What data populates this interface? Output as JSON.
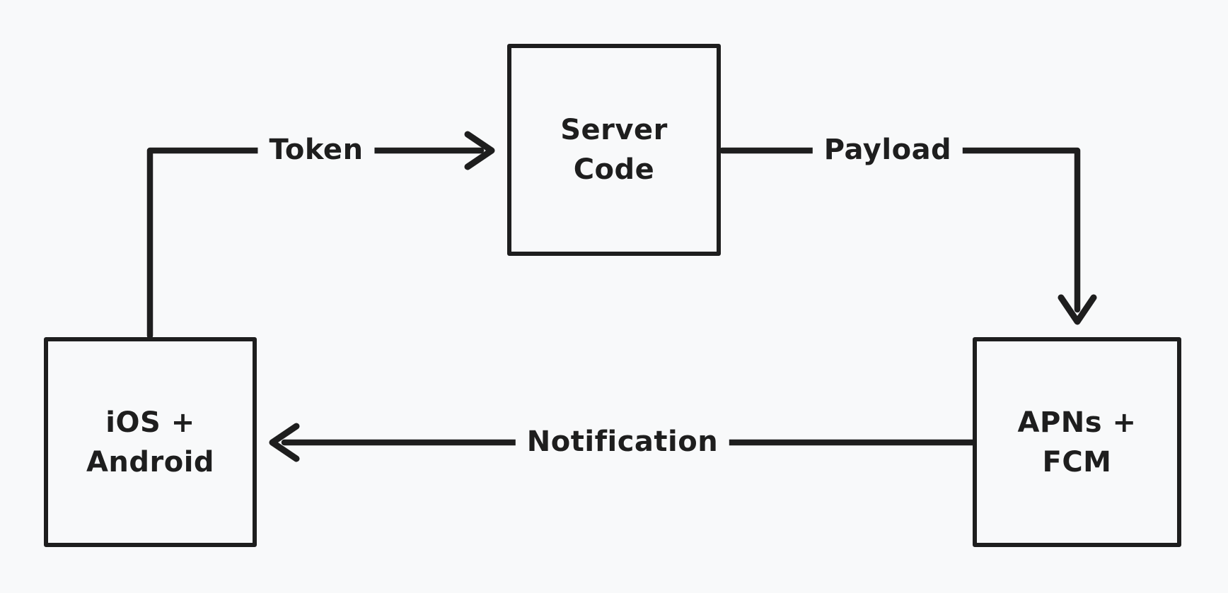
{
  "canvas": {
    "background_color": "#f8f9fa",
    "stroke_color": "#1e1e1e",
    "style": "hand-drawn flowchart"
  },
  "nodes": [
    {
      "id": "server-code",
      "label": "Server\nCode"
    },
    {
      "id": "ios-android",
      "label": "iOS +\nAndroid"
    },
    {
      "id": "apns-fcm",
      "label": "APNs +\nFCM"
    }
  ],
  "edges": [
    {
      "id": "token",
      "label": "Token",
      "from": "ios-android",
      "to": "server-code"
    },
    {
      "id": "payload",
      "label": "Payload",
      "from": "server-code",
      "to": "apns-fcm"
    },
    {
      "id": "notification",
      "label": "Notification",
      "from": "apns-fcm",
      "to": "ios-android"
    }
  ]
}
